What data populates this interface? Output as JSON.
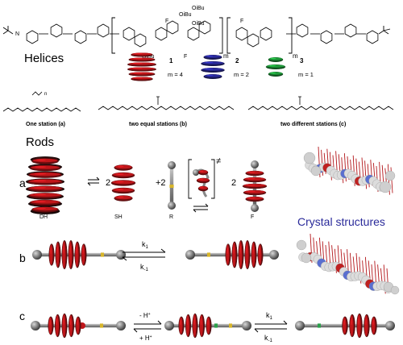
{
  "structure": {
    "tbu_left": "N",
    "m1": "m",
    "m2": "m",
    "oibu": "OiBu",
    "f": "F"
  },
  "sections": {
    "helices": "Helices",
    "rods": "Rods",
    "crystal": "Crystal structures"
  },
  "helices": [
    {
      "num": "1",
      "m": "m = 4",
      "color": "#c0161a"
    },
    {
      "num": "2",
      "m": "m = 2",
      "color": "#2a2a9a"
    },
    {
      "num": "3",
      "m": "m = 1",
      "color": "#1f9a3a"
    }
  ],
  "rods": [
    {
      "label": "One station (a)",
      "n": "n"
    },
    {
      "label": "two equal stations (b)"
    },
    {
      "label": "two different stations (c)"
    }
  ],
  "row_a": {
    "letter": "a",
    "coef_sh": "2",
    "coef_r": "+2",
    "coef_f": "2",
    "ts": "≠",
    "labels": [
      "DH",
      "SH",
      "R",
      "F"
    ]
  },
  "row_b": {
    "letter": "b",
    "k_fwd": "k",
    "k_fwd_sub": "1",
    "k_rev": "k",
    "k_rev_sub": "-1"
  },
  "row_c": {
    "letter": "c",
    "minus_h": "- H",
    "plus_h": "+ H",
    "k_fwd": "k",
    "k_fwd_sub": "1",
    "k_rev": "k",
    "k_rev_sub": "-1"
  }
}
